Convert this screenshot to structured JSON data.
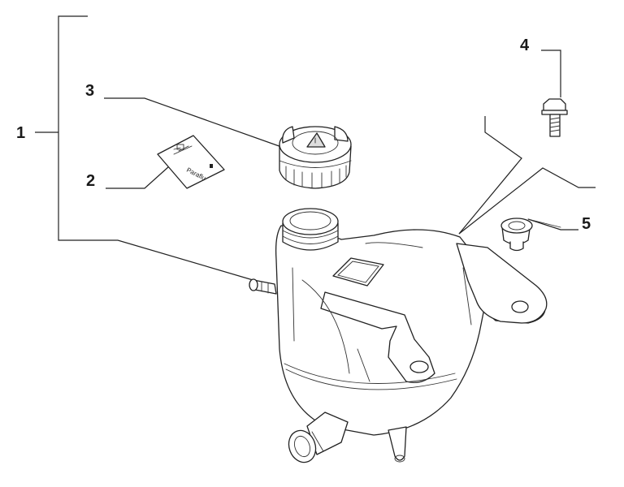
{
  "callouts": {
    "c1": "1",
    "c2": "2",
    "c3": "3",
    "c4": "4",
    "c5": "5"
  },
  "label_sticker": {
    "text": "Paraflu"
  }
}
